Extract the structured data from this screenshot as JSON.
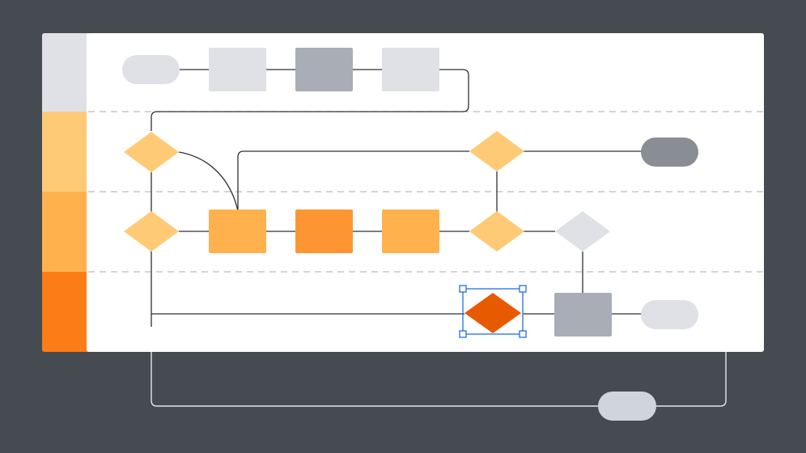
{
  "colors": {
    "background": "#464A51",
    "canvas": "#FFFFFF",
    "lane_header_1": "#DFE1E6",
    "lane_header_2": "#FFCA76",
    "lane_header_3": "#FFB14E",
    "lane_header_4": "#FC7C17",
    "shape_light_gray": "#DFE1E6",
    "shape_mid_gray": "#A8ADB6",
    "shape_dark_gray": "#898D94",
    "shape_light_orange": "#FFCA76",
    "shape_orange": "#FFB14E",
    "shape_deep_orange": "#FD9632",
    "shape_selected": "#E85A00",
    "selection_outline": "#1F6FE0",
    "connector": "#2F3136",
    "external_connector": "#E4E6EA",
    "external_terminal": "#D0D4DB",
    "lane_divider": "#B8BBC1"
  },
  "diagram": {
    "type": "swimlane-flowchart",
    "lanes": 4,
    "selected_shape": "decision-lane-4"
  }
}
